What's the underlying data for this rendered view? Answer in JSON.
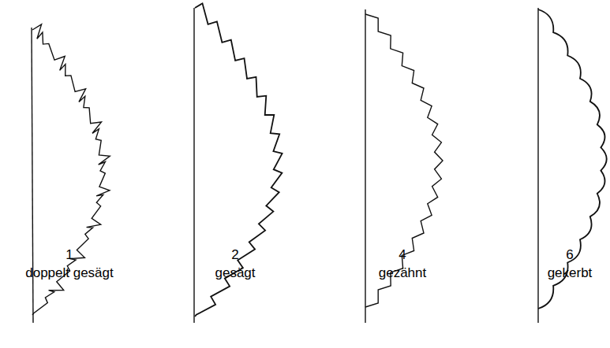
{
  "diagram": {
    "labels": [
      "1",
      "doppelt gesägt",
      "2",
      "gesägt",
      "4",
      "gezähnt",
      "6",
      "gekerbt"
    ]
  }
}
